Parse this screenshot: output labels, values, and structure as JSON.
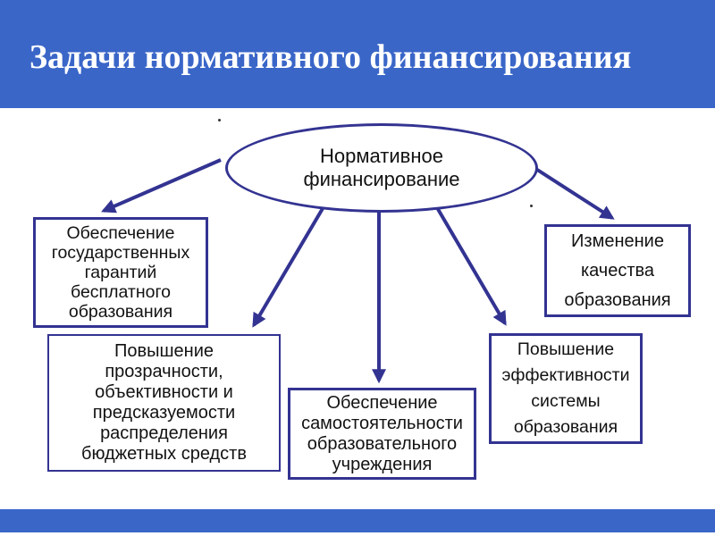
{
  "title": "Задачи нормативного финансирования",
  "colors": {
    "header-bg": "#3a66c8",
    "accent-navy": "#333392",
    "text-color": "#121212",
    "slide-bg": "#ffffff"
  },
  "diagram": {
    "center": {
      "lines": [
        "Нормативное",
        "финансирование"
      ]
    },
    "boxes": [
      {
        "id": "state-guarantees",
        "lines": [
          "Обеспечение",
          "государственных",
          "гарантий",
          "бесплатного",
          "образования"
        ]
      },
      {
        "id": "transparency",
        "lines": [
          "Повышение",
          "прозрачности,",
          "объективности и",
          "предсказуемости",
          "распределения",
          "бюджетных средств"
        ]
      },
      {
        "id": "school-autonomy",
        "lines": [
          "Обеспечение",
          "самостоятельности",
          "образовательного",
          "учреждения"
        ]
      },
      {
        "id": "system-efficiency",
        "lines": [
          "Повышение",
          "эффективности",
          "системы",
          "образования"
        ]
      },
      {
        "id": "education-quality",
        "lines": [
          "Изменение",
          "качества",
          "образования"
        ]
      }
    ]
  }
}
